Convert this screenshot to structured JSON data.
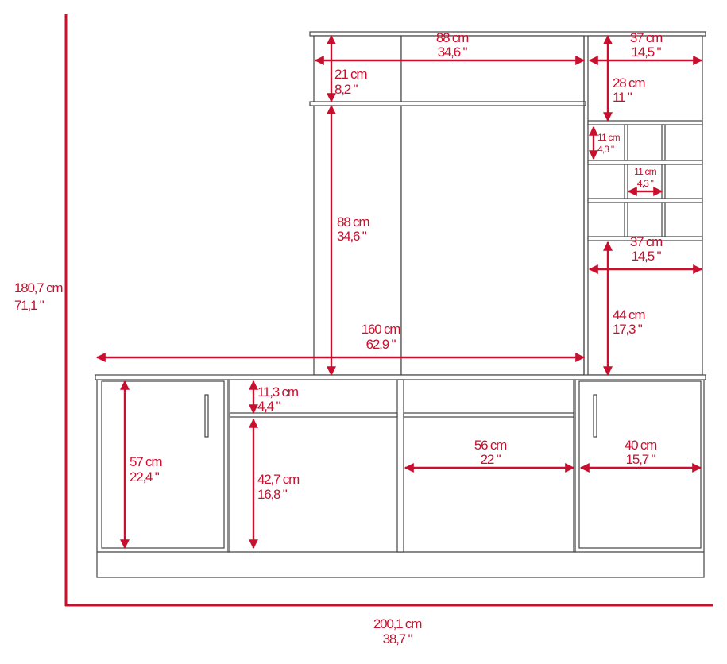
{
  "overall": {
    "height": {
      "cm": "180,7 cm",
      "in": "71,1 \""
    },
    "width": {
      "cm": "200,1 cm",
      "in": "38,7 \""
    }
  },
  "dimensions": {
    "hutch_width": {
      "cm": "88 cm",
      "in": "34,6 \""
    },
    "tower_width_top": {
      "cm": "37 cm",
      "in": "14,5 \""
    },
    "top_shelf_height": {
      "cm": "21 cm",
      "in": "8,2 \""
    },
    "tower_top_height": {
      "cm": "28 cm",
      "in": "11 \""
    },
    "cubby_height": {
      "cm": "11 cm",
      "in": "4,3 \""
    },
    "cubby_width": {
      "cm": "11 cm",
      "in": "4,3 \""
    },
    "tower_width_mid": {
      "cm": "37 cm",
      "in": "14,5 \""
    },
    "tower_lower_height": {
      "cm": "44 cm",
      "in": "17,3 \""
    },
    "hutch_height": {
      "cm": "88 cm",
      "in": "34,6 \""
    },
    "base_width": {
      "cm": "160 cm",
      "in": "62,9 \""
    },
    "door_height": {
      "cm": "57 cm",
      "in": "22,4 \""
    },
    "drawer_height": {
      "cm": "11,3 cm",
      "in": "4,4 \""
    },
    "open_shelf_height": {
      "cm": "42,7 cm",
      "in": "16,8 \""
    },
    "middle_width": {
      "cm": "56 cm",
      "in": "22 \""
    },
    "right_cabinet_width": {
      "cm": "40 cm",
      "in": "15,7 \""
    }
  },
  "colors": {
    "dimension": "#c8102e",
    "outline": "#444444"
  }
}
